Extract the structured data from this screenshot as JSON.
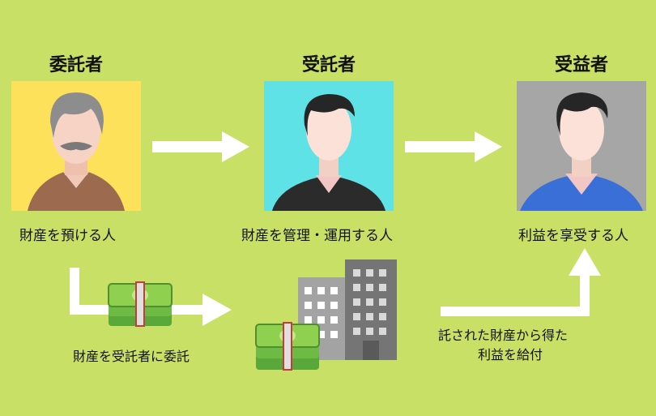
{
  "roles": [
    {
      "title": "委託者",
      "desc": "財産を預ける人",
      "bg": "#fde15a"
    },
    {
      "title": "受託者",
      "desc": "財産を管理・運用する人",
      "bg": "#5ee2e6"
    },
    {
      "title": "受益者",
      "desc": "利益を享受する人",
      "bg": "#a6a6a6"
    }
  ],
  "flow": {
    "entrust_label": "財産を受託者に委託",
    "benefit_label_line1": "託された財産から得た",
    "benefit_label_line2": "利益を給付"
  },
  "colors": {
    "background": "#c9e066",
    "arrow": "#ffffff",
    "money": "#8fd14f",
    "building_light": "#9a9a9a",
    "building_dark": "#6f6f6f"
  }
}
